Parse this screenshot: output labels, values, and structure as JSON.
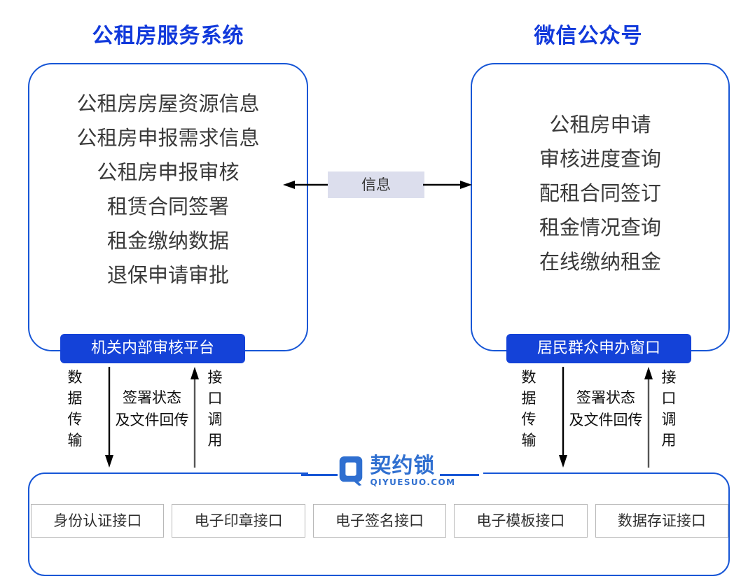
{
  "left_panel": {
    "title": "公租房服务系统",
    "items": [
      "公租房房屋资源信息",
      "公租房申报需求信息",
      "公租房申报审核",
      "租赁合同签署",
      "租金缴纳数据",
      "退保申请审批"
    ],
    "badge": "机关内部审核平台"
  },
  "right_panel": {
    "title": "微信公众号",
    "items": [
      "公租房申请",
      "审核进度查询",
      "配租合同签订",
      "租金情况查询",
      "在线缴纳租金"
    ],
    "badge": "居民群众申办窗口"
  },
  "center_connector": {
    "label": "信息",
    "left_arrow_icon": "arrow-left-icon",
    "right_arrow_icon": "arrow-right-icon"
  },
  "flows": {
    "left": {
      "down_label": "数据传输",
      "middle_label_line1": "签署状态",
      "middle_label_line2": "及文件回传",
      "up_label": "接口调用",
      "down_arrow_icon": "arrow-down-icon",
      "up_arrow_icon": "arrow-up-icon"
    },
    "right": {
      "down_label": "数据传输",
      "middle_label_line1": "签署状态",
      "middle_label_line2": "及文件回传",
      "up_label": "接口调用",
      "down_arrow_icon": "arrow-down-icon",
      "up_arrow_icon": "arrow-up-icon"
    }
  },
  "logo": {
    "mark_icon": "qiyuesuo-q-logo-icon",
    "name_cn": "契约锁",
    "name_en": "QIYUESUO.COM"
  },
  "bottom_panel": {
    "api_boxes": [
      "身份认证接口",
      "电子印章接口",
      "电子签名接口",
      "电子模板接口",
      "数据存证接口"
    ]
  },
  "colors": {
    "title_blue": "#1139db",
    "border_blue": "#1756d6",
    "badge_blue": "#1442d8",
    "chip_gray": "#dcdeed",
    "body_text": "#3a3a3a",
    "api_border": "#b8b8b8",
    "logo_blue": "#2f6fd0"
  }
}
